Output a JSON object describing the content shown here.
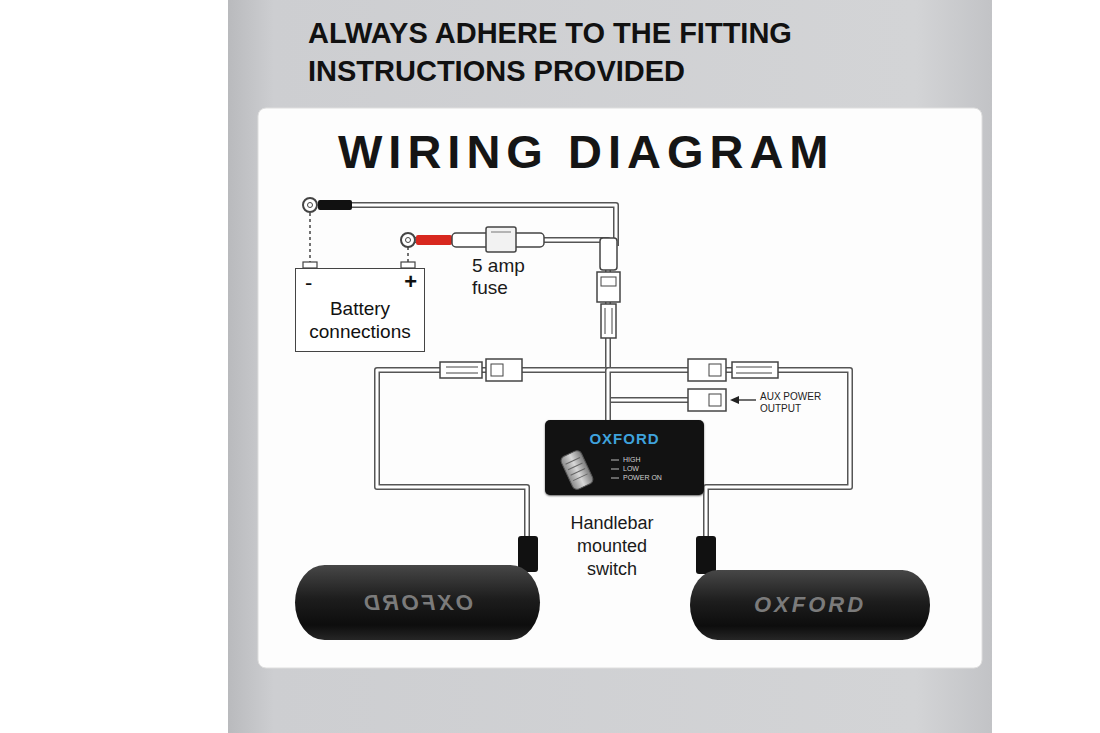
{
  "diagram": {
    "title": "WIRING DIAGRAM",
    "nodes": [
      {
        "text": [
          "-",
          "+",
          "Battery connections"
        ]
      },
      {
        "text": [
          "OXFORD",
          "HIGH",
          "LOW",
          "POWER ON"
        ]
      },
      {
        "text": [
          "OXFORD"
        ]
      },
      {
        "text": [
          "OXFORD"
        ]
      }
    ],
    "edges": [
      {
        "from": 0,
        "to": 1,
        "arrow": "none"
      },
      {
        "from": 1,
        "to": 2,
        "arrow": "none"
      },
      {
        "from": 1,
        "to": 3,
        "arrow": "none"
      }
    ],
    "labels": [
      "ALWAYS ADHERE TO THE FITTING INSTRUCTIONS PROVIDED",
      "5 amp fuse",
      "AUX POWER OUTPUT",
      "Handlebar mounted switch"
    ]
  }
}
